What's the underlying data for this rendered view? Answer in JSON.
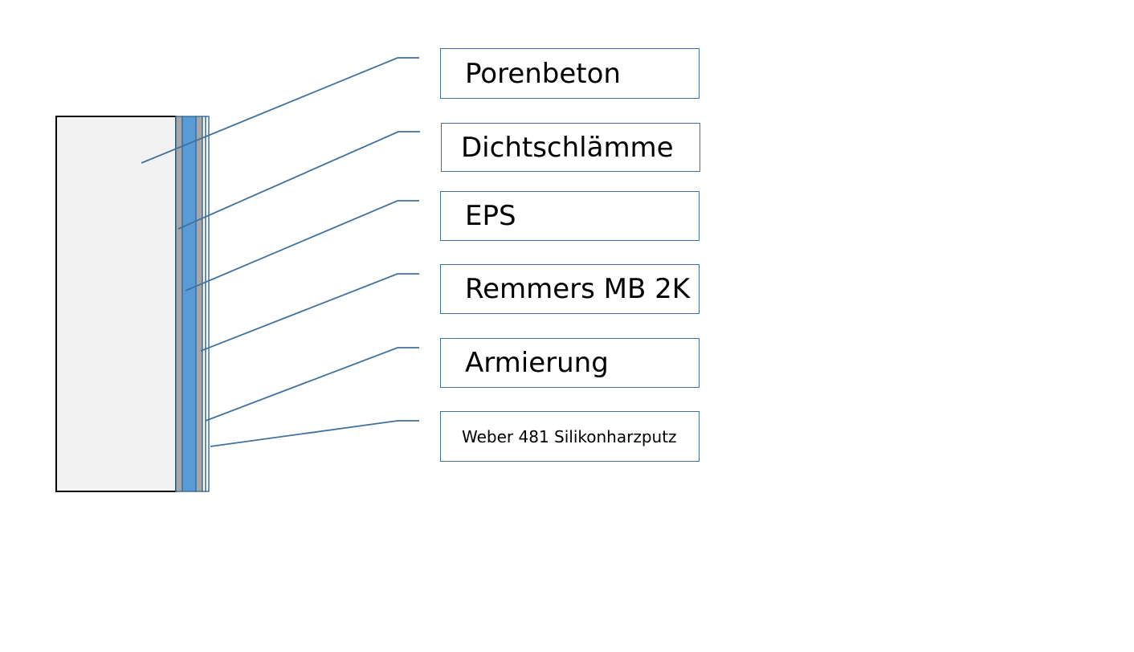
{
  "layers": [
    {
      "key": "porenbeton",
      "label": "Porenbeton",
      "fill": "#f2f2f2"
    },
    {
      "key": "dichtschlaemme",
      "label": "Dichtschlämme",
      "fill": "#a6a6a6"
    },
    {
      "key": "eps",
      "label": "EPS",
      "fill": "#5b9bd5"
    },
    {
      "key": "remmers",
      "label": "Remmers MB 2K",
      "fill": "#a6a6a6"
    },
    {
      "key": "armierung",
      "label": "Armierung",
      "fill": "#ffffff"
    },
    {
      "key": "putz",
      "label": "Weber 481 Silikonharzputz",
      "fill": "#ffffff"
    }
  ],
  "colors": {
    "leader_line": "#41719c",
    "box_border": "#41719c",
    "outline": "#000000"
  }
}
